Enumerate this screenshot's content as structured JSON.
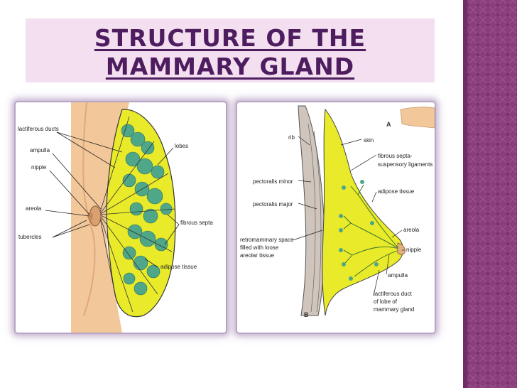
{
  "slide": {
    "title_line1": "STRUCTURE OF THE",
    "title_line2": "MAMMARY GLAND"
  },
  "colors": {
    "title": "#4e1d5f",
    "title_band": "#f4dff0",
    "side_band": "#8a3f7c",
    "gland_yellow": "#e8ea2a",
    "lobule_green": "#4fa78a",
    "skin": "#f2c79a"
  },
  "figure_left": {
    "labels": {
      "lactiferous_ducts": "lactiferous ducts",
      "ampulla": "ampulla",
      "nipple": "nipple",
      "areola": "areola",
      "tubercles": "tubercles",
      "lobes": "lobes",
      "fibrous_septa": "fibrous septa",
      "adipose_tissue": "adipose tissue"
    }
  },
  "figure_right": {
    "panel_a": "A",
    "panel_b": "B",
    "labels": {
      "rib": "rib",
      "skin": "skin",
      "fibrous_septa_1": "fibrous septa-",
      "fibrous_septa_2": "suspensory ligaments",
      "pectoralis_minor": "pectoralis minor",
      "adipose_tissue": "adipose tissue",
      "pectoralis_major": "pectoralis major",
      "areola": "areola",
      "retro_1": "retromammary space",
      "retro_2": "filled with loose",
      "retro_3": "areolar tissue",
      "nipple": "nipple",
      "ampulla": "ampulla",
      "duct_1": "lactiferous duct",
      "duct_2": "of lobe of",
      "duct_3": "mammary gland"
    }
  }
}
